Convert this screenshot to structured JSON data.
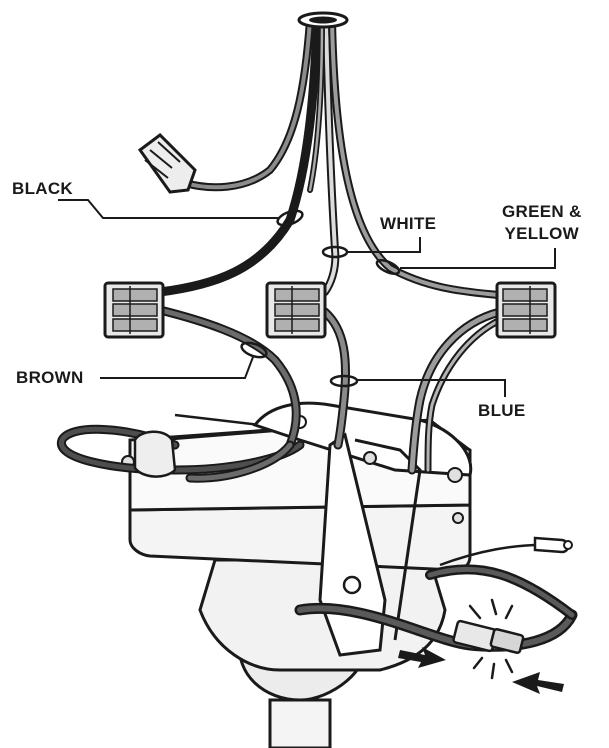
{
  "labels": {
    "black": "BLACK",
    "white": "WHITE",
    "green_yellow_line1": "GREEN &",
    "green_yellow_line2": "YELLOW",
    "brown": "BROWN",
    "blue": "BLUE"
  },
  "colors": {
    "ink": "#1a1a1a",
    "black_wire": "#111111",
    "brown_wire": "#6b6b6b",
    "blue_wire": "#8a8a8a",
    "white_wire": "#d6d6d6",
    "green_yellow_wire": "#9c9c9c",
    "connector_fill": "#e4e4e4",
    "connector_lever": "#a5a5a5",
    "box_fill": "#f2f2f2",
    "highlight_red": "#c8102e"
  },
  "icons": {
    "wire_nut": "wire-nut-icon",
    "lever_connector": "lever-connector-icon",
    "direction_arrow": "arrow-icon",
    "spark": "click-spark-icon"
  }
}
